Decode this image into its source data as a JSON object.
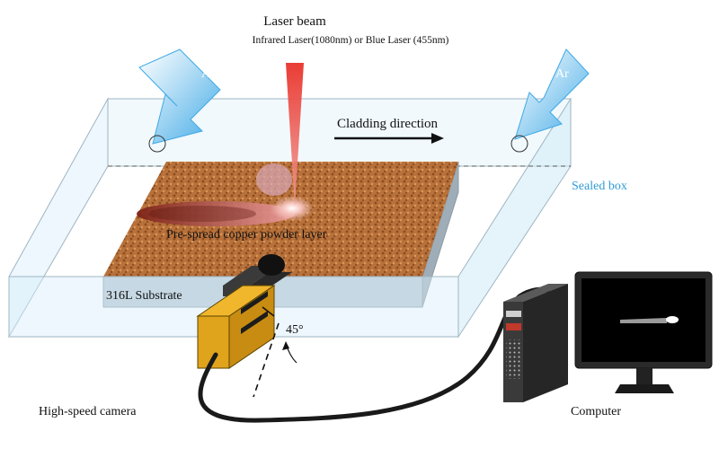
{
  "laser": {
    "title": "Laser beam",
    "subtitle": "Infrared Laser(1080nm) or Blue Laser (455nm)",
    "color": "#e8322a"
  },
  "gas": {
    "left_label": "Ar",
    "right_label": "Ar",
    "color": "#3fa9e6"
  },
  "box": {
    "label": "Sealed box",
    "label_color": "#2f9bd8"
  },
  "cladding": {
    "label": "Cladding direction"
  },
  "powder": {
    "label": "Pre-spread copper powder layer",
    "color": "#b8713a"
  },
  "substrate": {
    "label": "316L Substrate"
  },
  "camera": {
    "label": "High-speed camera",
    "angle_label": "45°",
    "color": "#e0a31c"
  },
  "computer": {
    "label": "Computer"
  }
}
